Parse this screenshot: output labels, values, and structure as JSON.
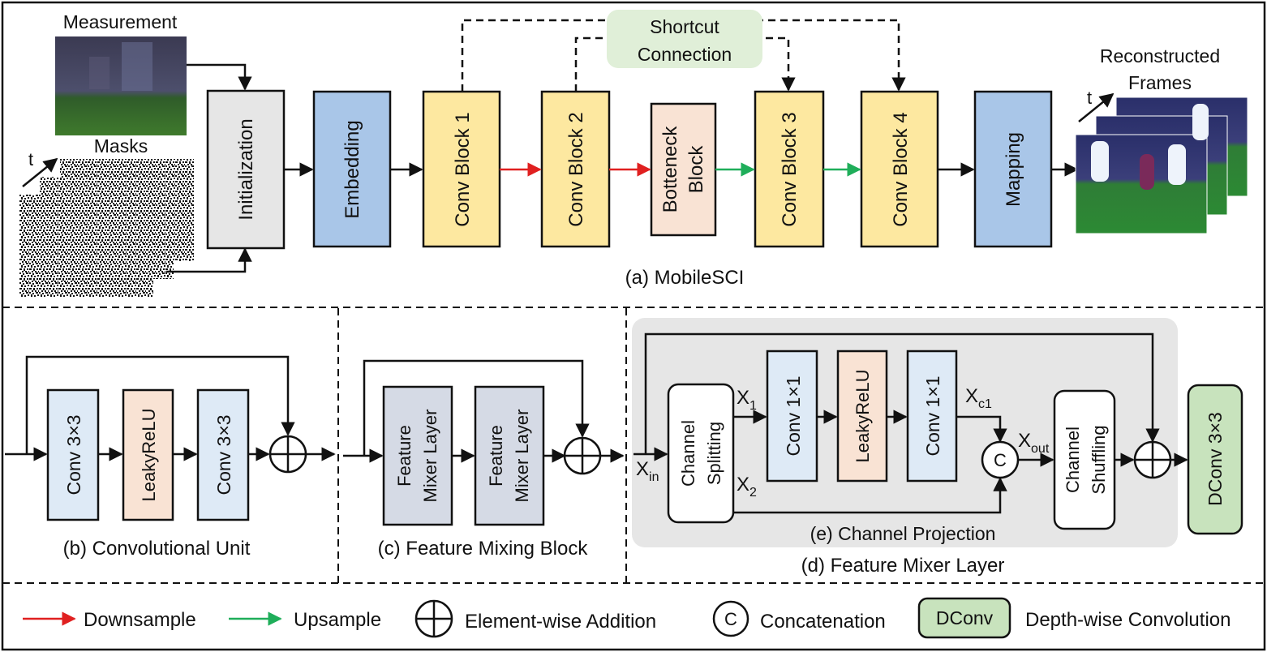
{
  "colors": {
    "blue": "#a9c6e8",
    "yellow": "#fde8a0",
    "peach": "#f9e3d4",
    "gray_box": "#e6e6e6",
    "light_blue": "#deeaf6",
    "slate": "#d5dae5",
    "green_box": "#c8e3bd",
    "shortcut_bg": "#e0efd8",
    "panel_bg": "#e6e6e6",
    "downsample": "#e02020",
    "upsample": "#1fae5a"
  },
  "top": {
    "measurement_label": "Measurement",
    "masks_label": "Masks",
    "t_label": "t",
    "initialization": "Initialization",
    "embedding": "Embedding",
    "conv_block_1": "Conv Block 1",
    "conv_block_2": "Conv Block 2",
    "bottleneck_line1": "Botteneck",
    "bottleneck_line2": "Block",
    "conv_block_3": "Conv Block 3",
    "conv_block_4": "Conv Block 4",
    "mapping": "Mapping",
    "shortcut_line1": "Shortcut",
    "shortcut_line2": "Connection",
    "reconstructed_line1": "Reconstructed",
    "reconstructed_line2": "Frames",
    "caption": "(a) MobileSCI"
  },
  "conv_unit": {
    "conv_a": "Conv 3×3",
    "leaky": "LeakyReLU",
    "conv_b": "Conv 3×3",
    "caption": "(b) Convolutional Unit"
  },
  "mixing_block": {
    "layer_line1": "Feature",
    "layer_line2": "Mixer Layer",
    "caption": "(c) Feature Mixing Block"
  },
  "mixer_layer": {
    "x_in": "X",
    "x_in_sub": "in",
    "channel_split_line1": "Channel",
    "channel_split_line2": "Splitting",
    "x1": "X",
    "x1_sub": "1",
    "x2": "X",
    "x2_sub": "2",
    "conv1x1_a": "Conv 1×1",
    "leaky": "LeakyReLU",
    "conv1x1_b": "Conv 1×1",
    "xc1": "X",
    "xc1_sub": "c1",
    "concat_symbol": "C",
    "x_out": "X",
    "x_out_sub": "out",
    "shuffle_line1": "Channel",
    "shuffle_line2": "Shuffling",
    "dconv": "DConv 3×3",
    "inner_caption": "(e) Channel Projection",
    "caption": "(d) Feature Mixer Layer"
  },
  "legend": {
    "downsample": "Downsample",
    "upsample": "Upsample",
    "addition": "Element-wise Addition",
    "concat_symbol": "C",
    "concatenation": "Concatenation",
    "dconv_box": "DConv",
    "dconv_desc": "Depth-wise Convolution"
  }
}
